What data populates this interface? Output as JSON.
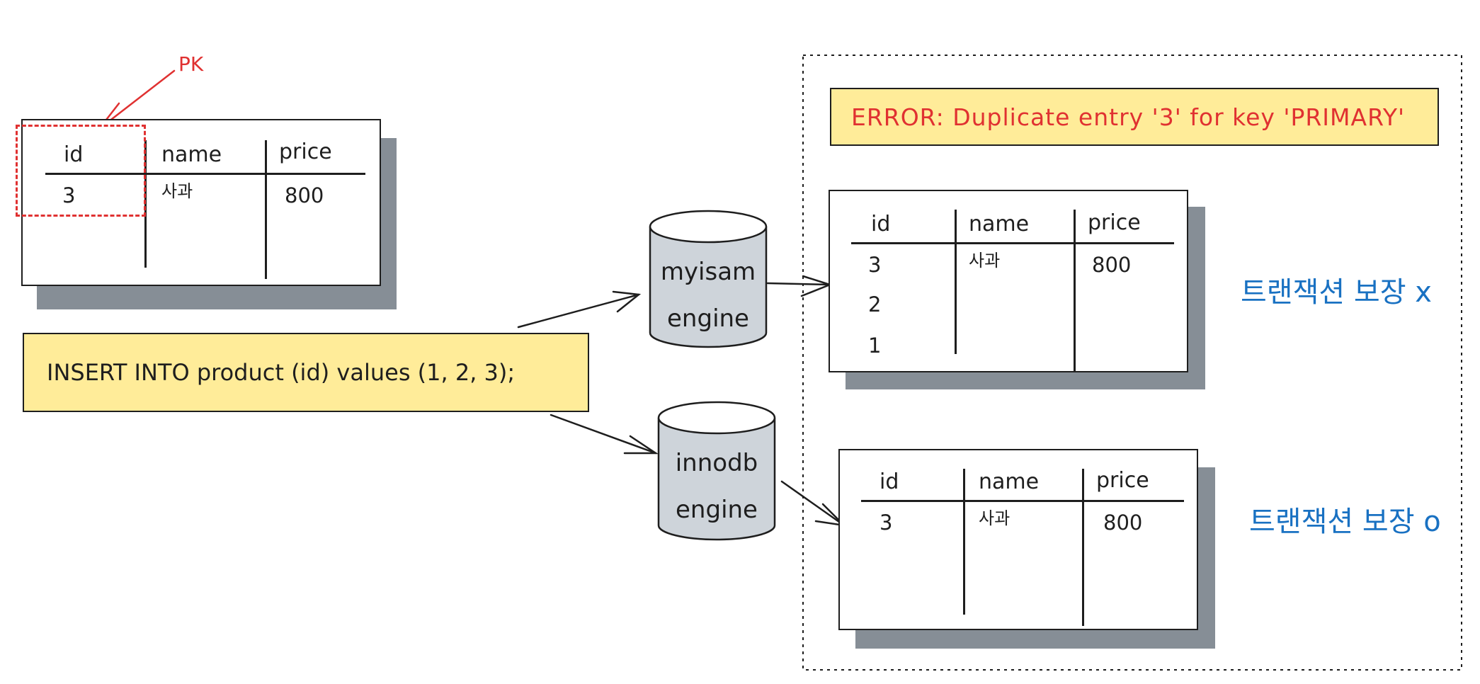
{
  "pk_label": "PK",
  "source_table": {
    "headers": [
      "id",
      "name",
      "price"
    ],
    "rows": [
      [
        "3",
        "사과",
        "800"
      ]
    ]
  },
  "sql_statement": "INSERT INTO product (id) values (1, 2, 3);",
  "engines": {
    "myisam": {
      "line1": "myisam",
      "line2": "engine"
    },
    "innodb": {
      "line1": "innodb",
      "line2": "engine"
    }
  },
  "error_message": "ERROR: Duplicate entry '3' for key 'PRIMARY'",
  "myisam_table": {
    "headers": [
      "id",
      "name",
      "price"
    ],
    "rows": [
      [
        "3",
        "사과",
        "800"
      ],
      [
        "2",
        "",
        ""
      ],
      [
        "1",
        "",
        ""
      ]
    ]
  },
  "innodb_table": {
    "headers": [
      "id",
      "name",
      "price"
    ],
    "rows": [
      [
        "3",
        "사과",
        "800"
      ]
    ]
  },
  "notes": {
    "myisam": "트랜잭션 보장 x",
    "innodb": "트랜잭션 보장 o"
  },
  "colors": {
    "stroke": "#1e1e1e",
    "shadow": "#868e96",
    "highlight": "#ffec99",
    "error_red": "#e03131",
    "note_blue": "#1971c2",
    "cylinder": "#ced4da"
  }
}
